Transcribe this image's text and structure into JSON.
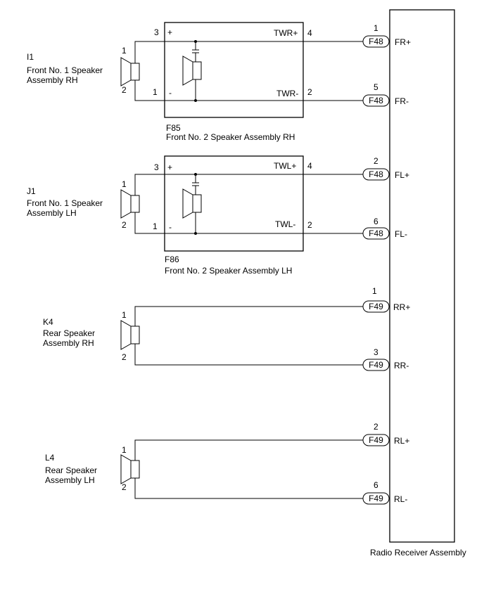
{
  "receiver": {
    "label": "Radio Receiver Assembly"
  },
  "front_rh": {
    "tweeter": {
      "code": "F85",
      "name": "Front No. 2 Speaker Assembly RH",
      "pos_pin": "3",
      "neg_pin": "1",
      "pos_sign": "+",
      "neg_sign": "-",
      "out_pos_label": "TWR+",
      "out_pos_pin": "4",
      "out_neg_label": "TWR-",
      "out_neg_pin": "2"
    },
    "woofer": {
      "code": "I1",
      "name_line1": "Front No. 1 Speaker",
      "name_line2": "Assembly RH",
      "pin1": "1",
      "pin2": "2"
    },
    "conn_pos": {
      "num": "1",
      "code": "F48",
      "signal": "FR+"
    },
    "conn_neg": {
      "num": "5",
      "code": "F48",
      "signal": "FR-"
    }
  },
  "front_lh": {
    "tweeter": {
      "code": "F86",
      "name": "Front No. 2 Speaker Assembly LH",
      "pos_pin": "3",
      "neg_pin": "1",
      "pos_sign": "+",
      "neg_sign": "-",
      "out_pos_label": "TWL+",
      "out_pos_pin": "4",
      "out_neg_label": "TWL-",
      "out_neg_pin": "2"
    },
    "woofer": {
      "code": "J1",
      "name_line1": "Front No. 1 Speaker",
      "name_line2": "Assembly LH",
      "pin1": "1",
      "pin2": "2"
    },
    "conn_pos": {
      "num": "2",
      "code": "F48",
      "signal": "FL+"
    },
    "conn_neg": {
      "num": "6",
      "code": "F48",
      "signal": "FL-"
    }
  },
  "rear_rh": {
    "speaker": {
      "code": "K4",
      "name_line1": "Rear Speaker",
      "name_line2": "Assembly RH",
      "pin1": "1",
      "pin2": "2"
    },
    "conn_pos": {
      "num": "1",
      "code": "F49",
      "signal": "RR+"
    },
    "conn_neg": {
      "num": "3",
      "code": "F49",
      "signal": "RR-"
    }
  },
  "rear_lh": {
    "speaker": {
      "code": "L4",
      "name_line1": "Rear Speaker",
      "name_line2": "Assembly LH",
      "pin1": "1",
      "pin2": "2"
    },
    "conn_pos": {
      "num": "2",
      "code": "F49",
      "signal": "RL+"
    },
    "conn_neg": {
      "num": "6",
      "code": "F49",
      "signal": "RL-"
    }
  }
}
